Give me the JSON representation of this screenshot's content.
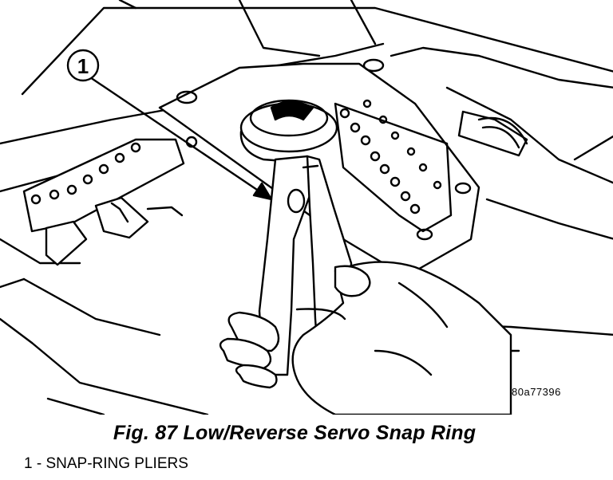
{
  "figure": {
    "callout_number": "1",
    "reference_code": "80a77396",
    "caption": "Fig. 87 Low/Reverse Servo Snap Ring",
    "legend": "1 - SNAP-RING PLIERS"
  }
}
